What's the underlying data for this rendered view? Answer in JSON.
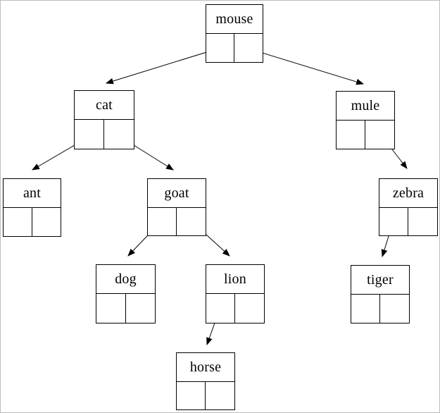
{
  "diagram": {
    "type": "binary-tree",
    "colors": {
      "line": "#000000",
      "text": "#000000",
      "node_background": "#ffffff",
      "page_background": "#ffffff",
      "frame_border": "#bdbdbd"
    },
    "nodes": [
      {
        "id": "mouse",
        "label": "mouse",
        "left_child": "cat",
        "right_child": "mule"
      },
      {
        "id": "cat",
        "label": "cat",
        "left_child": "ant",
        "right_child": "goat"
      },
      {
        "id": "mule",
        "label": "mule",
        "left_child": null,
        "right_child": "zebra"
      },
      {
        "id": "ant",
        "label": "ant",
        "left_child": null,
        "right_child": null
      },
      {
        "id": "goat",
        "label": "goat",
        "left_child": "dog",
        "right_child": "lion"
      },
      {
        "id": "zebra",
        "label": "zebra",
        "left_child": "tiger",
        "right_child": null
      },
      {
        "id": "dog",
        "label": "dog",
        "left_child": null,
        "right_child": null
      },
      {
        "id": "lion",
        "label": "lion",
        "left_child": "horse",
        "right_child": null
      },
      {
        "id": "tiger",
        "label": "tiger",
        "left_child": null,
        "right_child": null
      },
      {
        "id": "horse",
        "label": "horse",
        "left_child": null,
        "right_child": null
      }
    ],
    "edges": [
      {
        "from": "mouse",
        "slot": "left",
        "to": "cat"
      },
      {
        "from": "mouse",
        "slot": "right",
        "to": "mule"
      },
      {
        "from": "cat",
        "slot": "left",
        "to": "ant"
      },
      {
        "from": "cat",
        "slot": "right",
        "to": "goat"
      },
      {
        "from": "goat",
        "slot": "left",
        "to": "dog"
      },
      {
        "from": "goat",
        "slot": "right",
        "to": "lion"
      },
      {
        "from": "mule",
        "slot": "right",
        "to": "zebra"
      },
      {
        "from": "zebra",
        "slot": "left",
        "to": "tiger"
      },
      {
        "from": "lion",
        "slot": "left",
        "to": "horse"
      }
    ]
  }
}
